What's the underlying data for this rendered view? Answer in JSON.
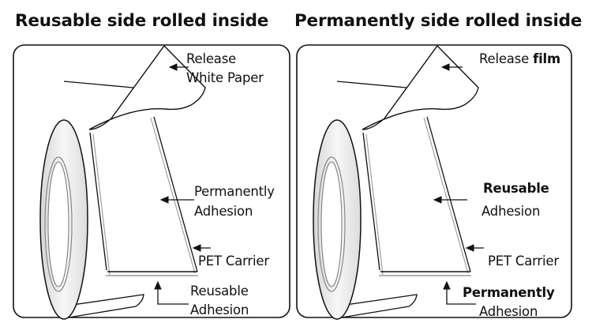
{
  "diagrams": [
    {
      "title": "Reusable side rolled inside",
      "labels": {
        "release_line1": "Release",
        "release_line2": "White Paper",
        "middle_line1": "Permanently",
        "middle_line2": "Adhesion",
        "carrier": "PET Carrier",
        "bottom_line1": "Reusable",
        "bottom_line2": "Adhesion"
      }
    },
    {
      "title": "Permanently side rolled inside",
      "labels": {
        "release_line1_normal": "Release ",
        "release_line1_bold": "film",
        "middle_line1": "Reusable",
        "middle_line2": "Adhesion",
        "carrier": "PET Carrier",
        "bottom_line1": "Permanently",
        "bottom_line2": "Adhesion"
      }
    }
  ],
  "colors": {
    "stroke": "#111111",
    "roll_shade": "#e4e4e4",
    "carrier_line": "#9a9a9a"
  }
}
